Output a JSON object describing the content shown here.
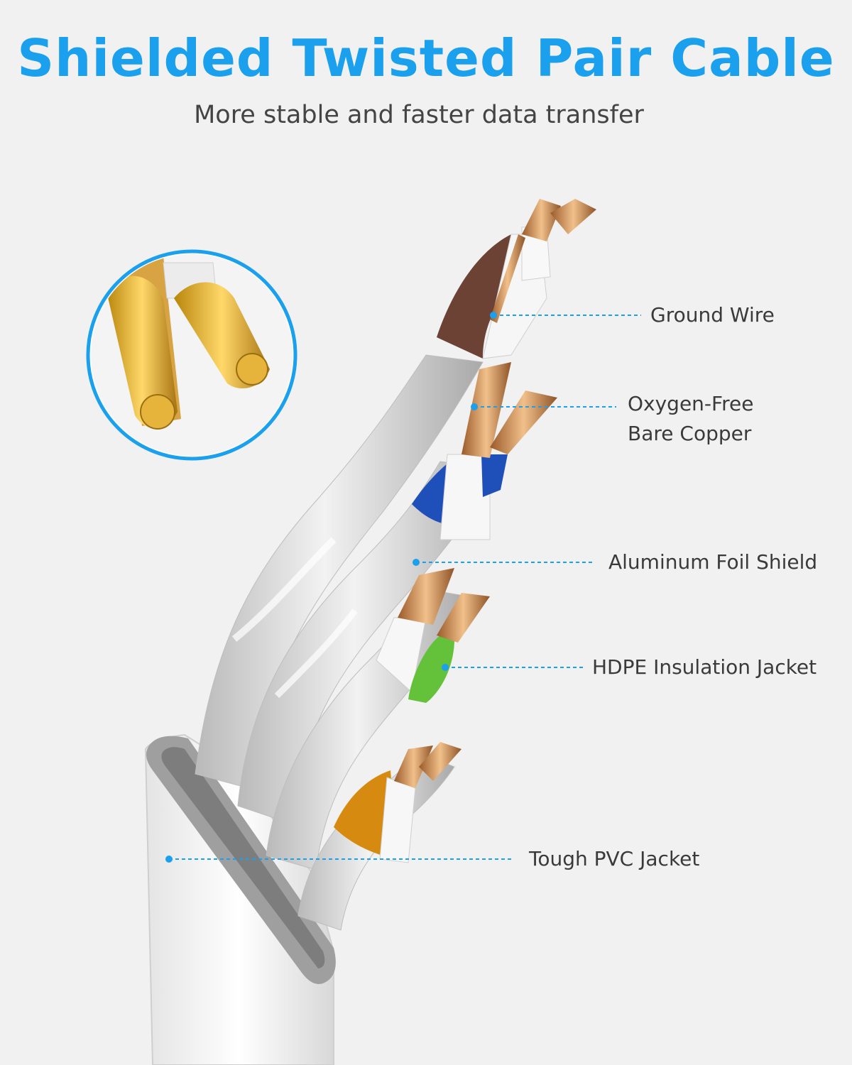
{
  "header": {
    "title": "Shielded Twisted Pair Cable",
    "subtitle": "More stable and faster data transfer"
  },
  "callouts": [
    {
      "id": "ground-wire",
      "lines": [
        "Ground Wire"
      ]
    },
    {
      "id": "oxygen-free-bare-copper",
      "lines": [
        "Oxygen-Free",
        "Bare Copper"
      ]
    },
    {
      "id": "aluminum-foil-shield",
      "lines": [
        "Aluminum Foil Shield"
      ]
    },
    {
      "id": "hdpe-insulation-jacket",
      "lines": [
        "HDPE Insulation Jacket"
      ]
    },
    {
      "id": "tough-pvc-jacket",
      "lines": [
        "Tough PVC Jacket"
      ]
    }
  ],
  "colors": {
    "accent": "#1aa0ec",
    "copper": "#c98a4e",
    "brown_core": "#6b4233",
    "blue_core": "#1f4fb8",
    "green_core": "#63c13a",
    "orange_core": "#d68b10",
    "jacket": "#f4f4f4",
    "shield": "#d9d9d9"
  }
}
